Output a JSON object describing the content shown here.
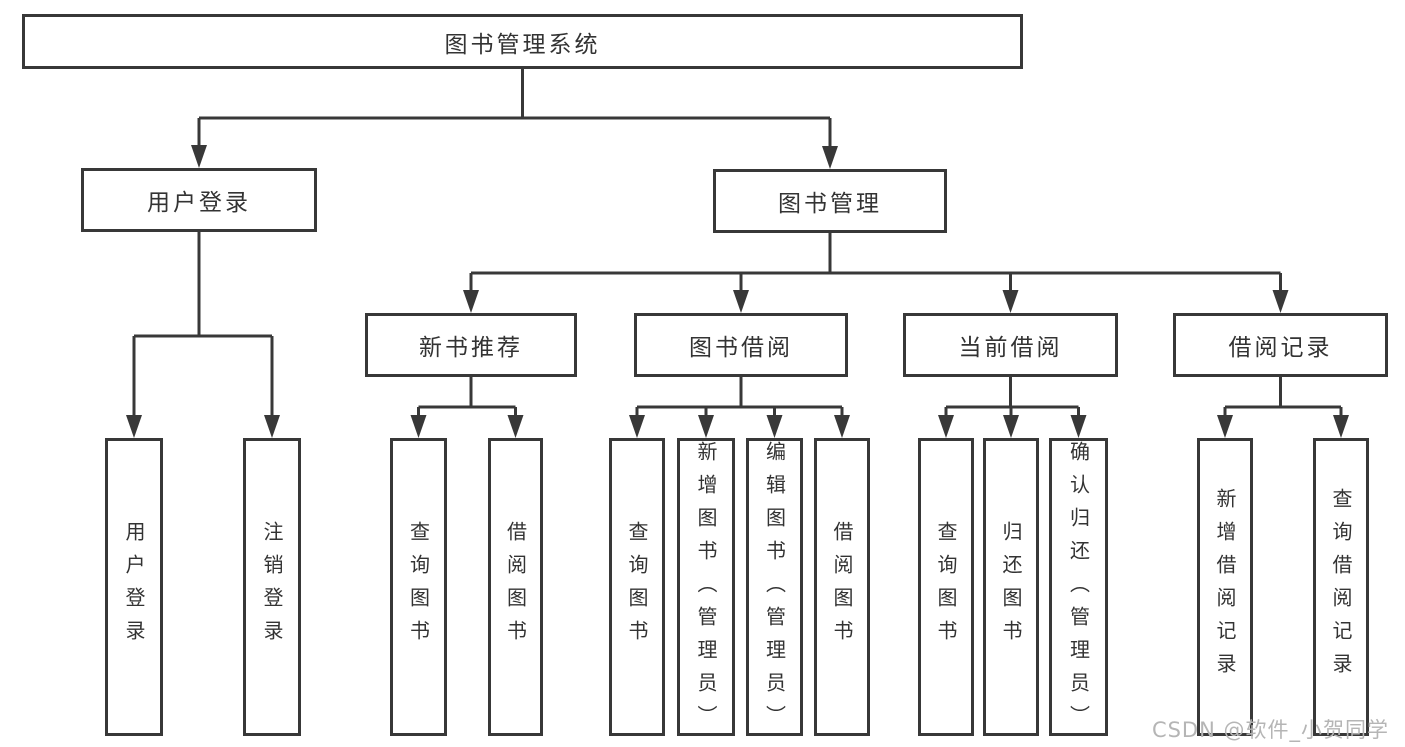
{
  "diagram": {
    "title": "图书管理系统",
    "watermark": "CSDN @软件_小贺同学",
    "colors": {
      "line": "#383838",
      "border": "#383838",
      "text": "#333333",
      "watermark": "#b5b5b5",
      "background": "#ffffff"
    },
    "nodes": [
      {
        "id": "root",
        "label": "图书管理系统",
        "type": "branch"
      },
      {
        "id": "user-login",
        "label": "用户登录",
        "type": "branch"
      },
      {
        "id": "book-mgmt",
        "label": "图书管理",
        "type": "branch"
      },
      {
        "id": "new-book-rec",
        "label": "新书推荐",
        "type": "branch"
      },
      {
        "id": "book-borrow",
        "label": "图书借阅",
        "type": "branch"
      },
      {
        "id": "current-borrow",
        "label": "当前借阅",
        "type": "branch"
      },
      {
        "id": "borrow-record",
        "label": "借阅记录",
        "type": "branch"
      },
      {
        "id": "leaf-user-login",
        "label": "用户登录",
        "type": "leaf"
      },
      {
        "id": "leaf-logout",
        "label": "注销登录",
        "type": "leaf"
      },
      {
        "id": "leaf-query-book-1",
        "label": "查询图书",
        "type": "leaf"
      },
      {
        "id": "leaf-borrow-book-1",
        "label": "借阅图书",
        "type": "leaf"
      },
      {
        "id": "leaf-query-book-2",
        "label": "查询图书",
        "type": "leaf"
      },
      {
        "id": "leaf-add-book",
        "label": "新增图书（管理员）",
        "type": "leaf"
      },
      {
        "id": "leaf-edit-book",
        "label": "编辑图书（管理员）",
        "type": "leaf"
      },
      {
        "id": "leaf-borrow-book-2",
        "label": "借阅图书",
        "type": "leaf"
      },
      {
        "id": "leaf-query-book-3",
        "label": "查询图书",
        "type": "leaf"
      },
      {
        "id": "leaf-return-book",
        "label": "归还图书",
        "type": "leaf"
      },
      {
        "id": "leaf-confirm-return",
        "label": "确认归还（管理员）",
        "type": "leaf"
      },
      {
        "id": "leaf-add-record",
        "label": "新增借阅记录",
        "type": "leaf"
      },
      {
        "id": "leaf-query-record",
        "label": "查询借阅记录",
        "type": "leaf"
      }
    ],
    "edges": [
      {
        "parent": "root",
        "children": [
          "user-login",
          "book-mgmt"
        ]
      },
      {
        "parent": "user-login",
        "children": [
          "leaf-user-login",
          "leaf-logout"
        ]
      },
      {
        "parent": "book-mgmt",
        "children": [
          "new-book-rec",
          "book-borrow",
          "current-borrow",
          "borrow-record"
        ]
      },
      {
        "parent": "new-book-rec",
        "children": [
          "leaf-query-book-1",
          "leaf-borrow-book-1"
        ]
      },
      {
        "parent": "book-borrow",
        "children": [
          "leaf-query-book-2",
          "leaf-add-book",
          "leaf-edit-book",
          "leaf-borrow-book-2"
        ]
      },
      {
        "parent": "current-borrow",
        "children": [
          "leaf-query-book-3",
          "leaf-return-book",
          "leaf-confirm-return"
        ]
      },
      {
        "parent": "borrow-record",
        "children": [
          "leaf-add-record",
          "leaf-query-record"
        ]
      }
    ]
  }
}
